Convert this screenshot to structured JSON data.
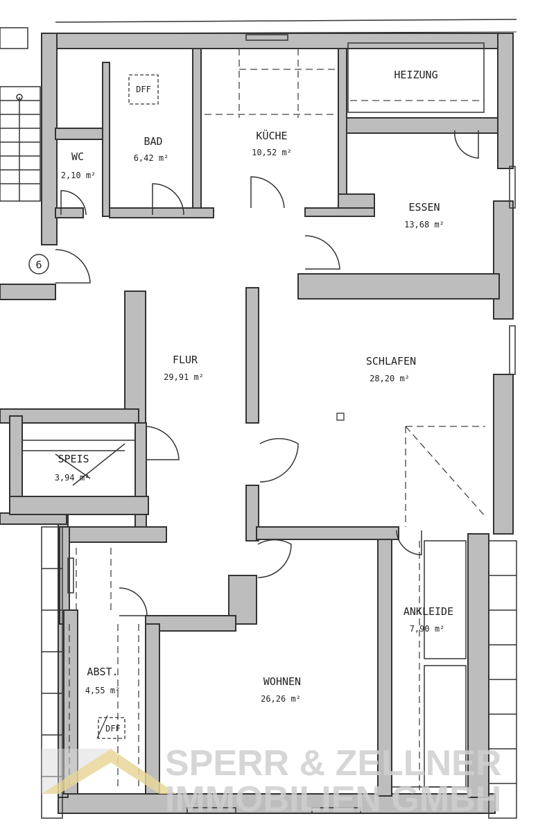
{
  "rooms": {
    "heizung": {
      "name": "HEIZUNG"
    },
    "bad": {
      "name": "BAD",
      "area": "6,42 m²"
    },
    "kueche": {
      "name": "KÜCHE",
      "area": "10,52 m²"
    },
    "wc": {
      "name": "WC",
      "area": "2,10 m²"
    },
    "essen": {
      "name": "ESSEN",
      "area": "13,68 m²"
    },
    "flur": {
      "name": "FLUR",
      "area": "29,91 m²"
    },
    "schlafen": {
      "name": "SCHLAFEN",
      "area": "28,20 m²"
    },
    "speis": {
      "name": "SPEIS",
      "area": "3,94 m²"
    },
    "ankleide": {
      "name": "ANKLEIDE",
      "area": "7,90 m²"
    },
    "abst": {
      "name": "ABST.",
      "area": "4,55 m²"
    },
    "wohnen": {
      "name": "WOHNEN",
      "area": "26,26 m²"
    }
  },
  "markers": {
    "dff_bad": "DFF",
    "dff_abst": "DFF",
    "staircase_number": "6"
  },
  "watermark": {
    "line1": "SPERR & ZELLNER",
    "line2": "IMMOBILIEN GMBH"
  }
}
